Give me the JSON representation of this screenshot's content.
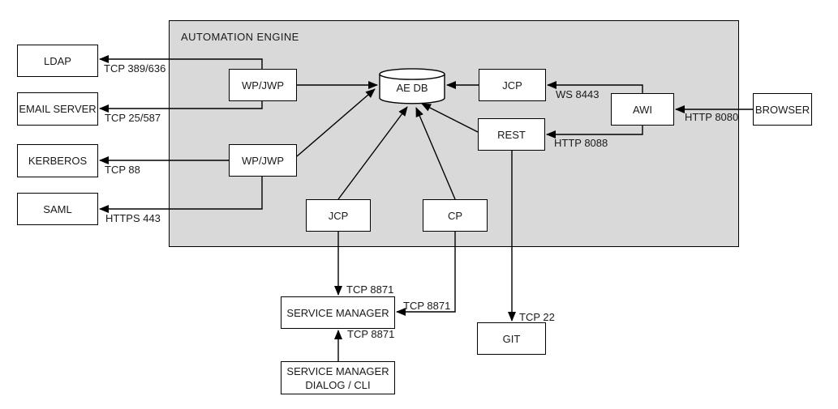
{
  "container": {
    "label": "AUTOMATION ENGINE"
  },
  "nodes": {
    "ldap": "LDAP",
    "email_server": "EMAIL SERVER",
    "kerberos": "KERBEROS",
    "saml": "SAML",
    "wp_jwp_top": "WP/JWP",
    "wp_jwp_bottom": "WP/JWP",
    "ae_db": "AE DB",
    "jcp_top": "JCP",
    "rest": "REST",
    "awi": "AWI",
    "browser": "BROWSER",
    "jcp_bottom": "JCP",
    "cp": "CP",
    "service_manager": "SERVICE MANAGER",
    "git": "GIT",
    "sm_dialog_line1": "SERVICE MANAGER",
    "sm_dialog_line2": "DIALOG / CLI"
  },
  "edge_labels": {
    "ldap_port": "TCP 389/636",
    "email_port": "TCP 25/587",
    "kerberos_port": "TCP 88",
    "saml_port": "HTTPS 443",
    "jcp_ws_port": "WS 8443",
    "rest_port": "HTTP 8088",
    "awi_port": "HTTP 8080",
    "sm_top_port": "TCP 8871",
    "sm_right_port": "TCP 8871",
    "sm_bottom_port": "TCP 8871",
    "git_port": "TCP 22"
  },
  "connections": [
    {
      "from": "WP/JWP (top)",
      "to": "LDAP",
      "label": "TCP 389/636"
    },
    {
      "from": "WP/JWP (top)",
      "to": "EMAIL SERVER",
      "label": "TCP 25/587"
    },
    {
      "from": "WP/JWP (bottom)",
      "to": "KERBEROS",
      "label": "TCP 88"
    },
    {
      "from": "WP/JWP (bottom)",
      "to": "SAML",
      "label": "HTTPS 443"
    },
    {
      "from": "WP/JWP (top)",
      "to": "AE DB",
      "label": ""
    },
    {
      "from": "WP/JWP (bottom)",
      "to": "AE DB",
      "label": ""
    },
    {
      "from": "JCP (top)",
      "to": "AE DB",
      "label": ""
    },
    {
      "from": "AWI",
      "to": "JCP (top)",
      "label": "WS 8443"
    },
    {
      "from": "AWI",
      "to": "REST",
      "label": "HTTP 8088"
    },
    {
      "from": "BROWSER",
      "to": "AWI",
      "label": "HTTP 8080"
    },
    {
      "from": "REST",
      "to": "AE DB",
      "label": ""
    },
    {
      "from": "JCP (bottom)",
      "to": "AE DB",
      "label": ""
    },
    {
      "from": "CP",
      "to": "AE DB",
      "label": ""
    },
    {
      "from": "JCP (bottom)",
      "to": "SERVICE MANAGER",
      "label": "TCP 8871"
    },
    {
      "from": "CP",
      "to": "SERVICE MANAGER",
      "label": "TCP 8871"
    },
    {
      "from": "REST",
      "to": "GIT",
      "label": "TCP 22"
    },
    {
      "from": "SERVICE MANAGER DIALOG / CLI",
      "to": "SERVICE MANAGER",
      "label": "TCP 8871"
    }
  ],
  "colors": {
    "container_fill": "#d9d9d9",
    "node_fill": "#ffffff",
    "line": "#000000",
    "text": "#1a1a1a"
  }
}
